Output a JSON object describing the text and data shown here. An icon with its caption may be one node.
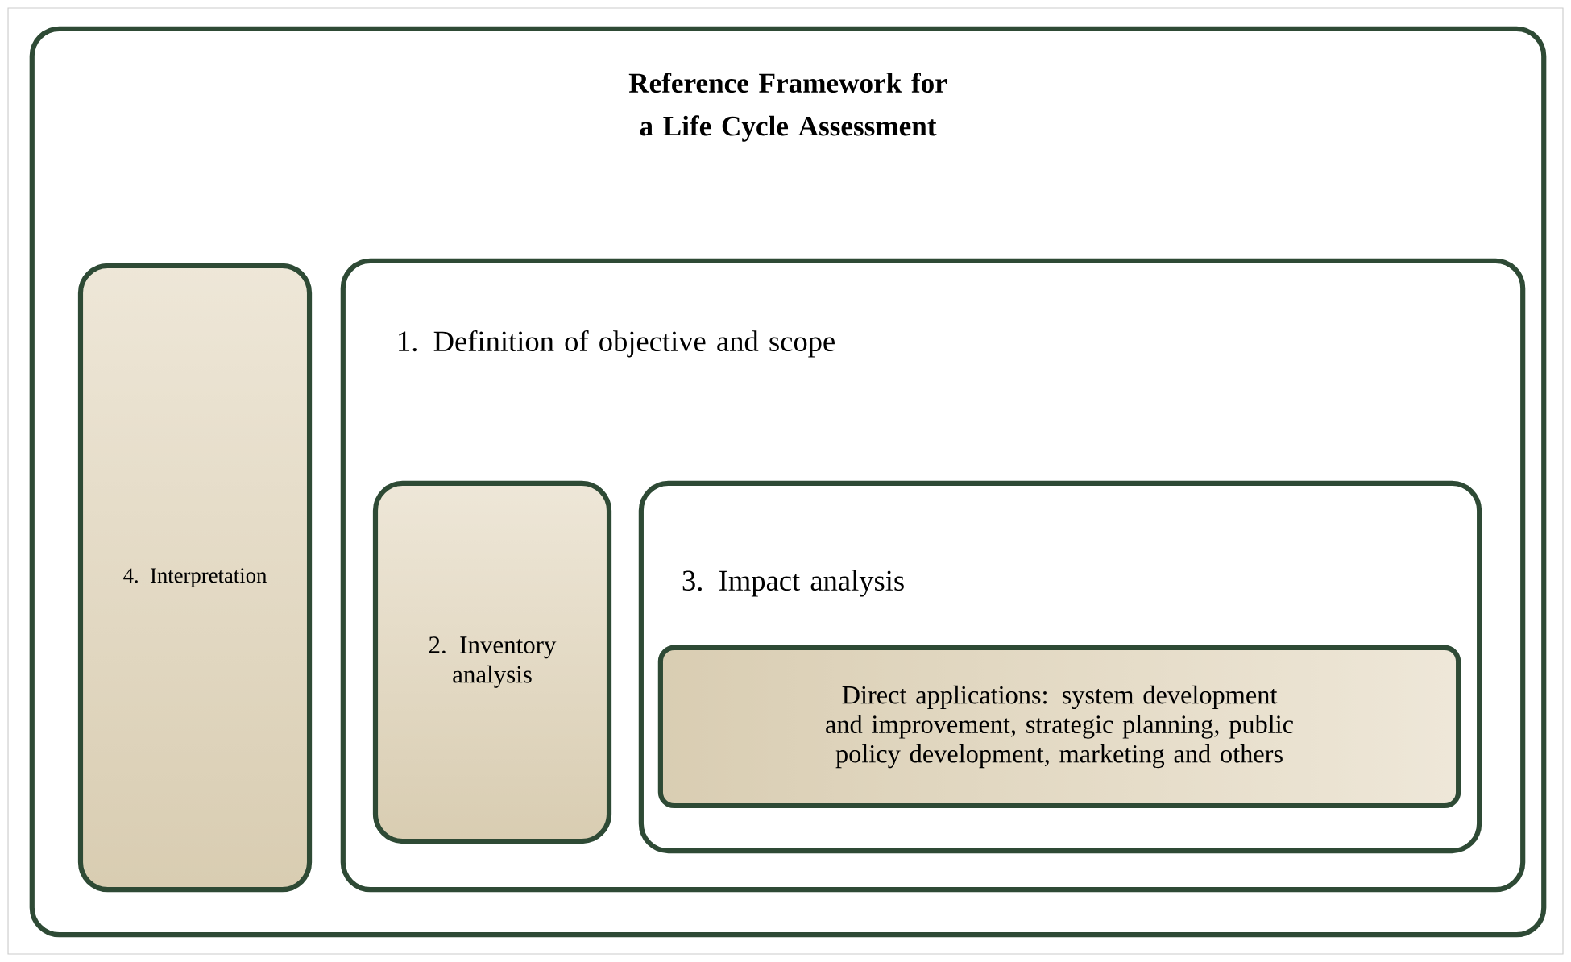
{
  "diagram": {
    "nodes": [
      {
        "text": [
          "Reference Framework for a Life Cycle Assessment"
        ]
      },
      {
        "text": [
          "4. Interpretation"
        ],
        "in": 0
      },
      {
        "text": [
          "1. Definition of objective and scope"
        ],
        "in": 0
      },
      {
        "text": [
          "2. Inventory analysis"
        ],
        "in": 2
      },
      {
        "text": [
          "3. Impact analysis"
        ],
        "in": 2
      },
      {
        "text": [
          "Direct applications: system development and improvement, strategic planning, public policy development, marketing and others"
        ],
        "in": 4
      }
    ]
  }
}
